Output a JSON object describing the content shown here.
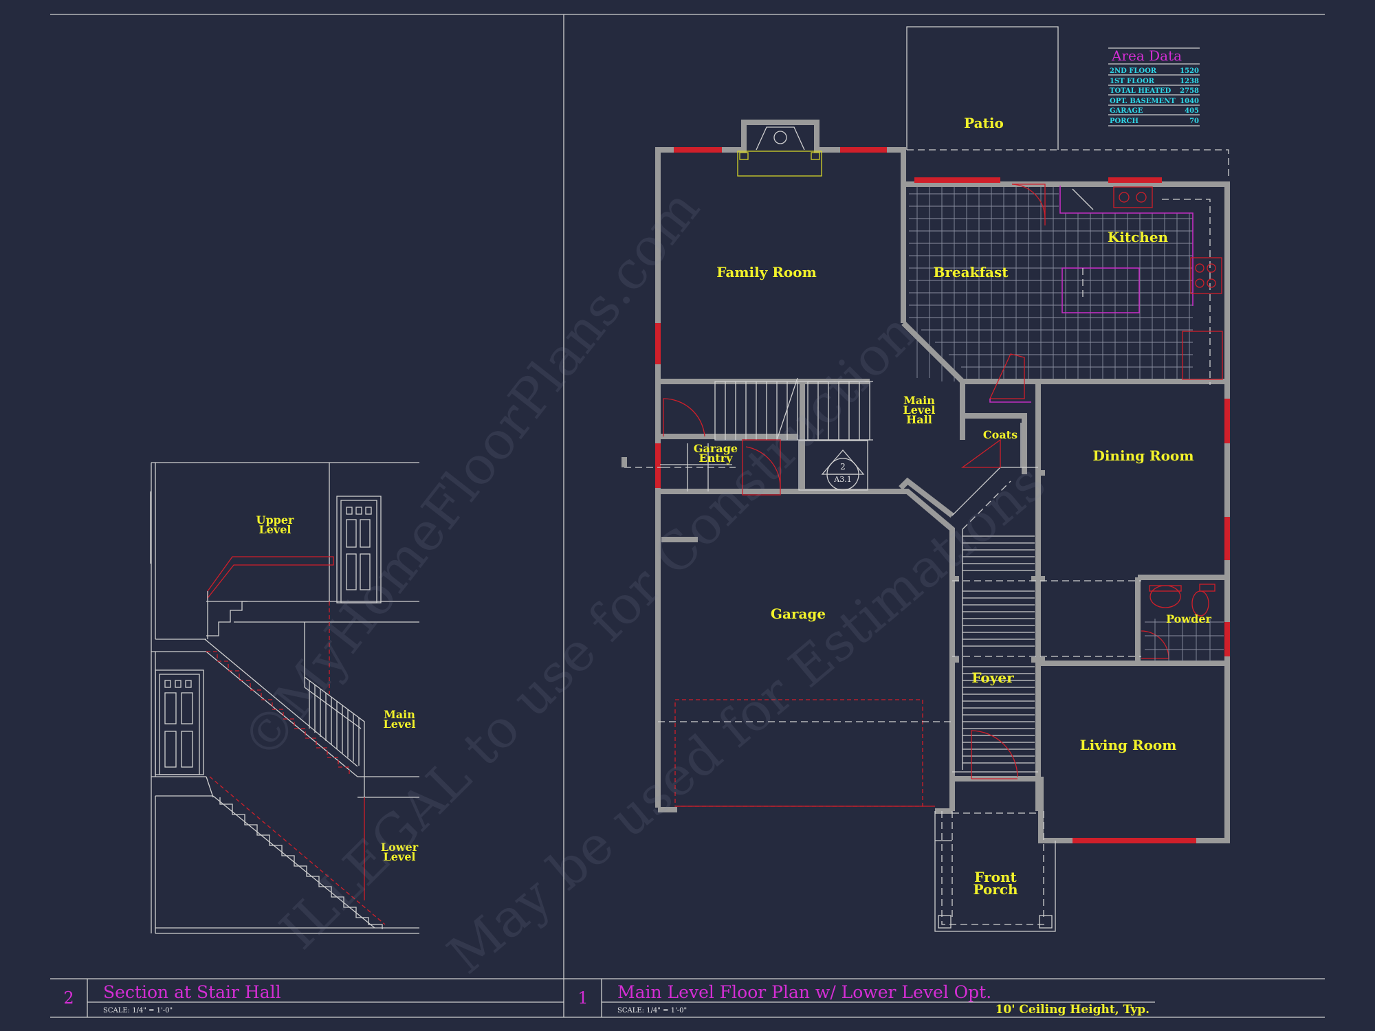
{
  "watermark": {
    "line1": "©MyHomeFloorPlans.com",
    "line2": "ILLEGAL to use for Construction",
    "line3": "May be used for Estimations"
  },
  "area_data": {
    "title": "Area Data",
    "rows": [
      {
        "label": "2ND FLOOR",
        "value": "1520"
      },
      {
        "label": "1ST FLOOR",
        "value": "1238"
      },
      {
        "label": "TOTAL HEATED",
        "value": "2758"
      },
      {
        "label": "OPT. BASEMENT",
        "value": "1040"
      },
      {
        "label": "GARAGE",
        "value": "405"
      },
      {
        "label": "PORCH",
        "value": "70"
      }
    ]
  },
  "floor_plan": {
    "rooms": {
      "patio": "Patio",
      "family_room": "Family Room",
      "breakfast": "Breakfast",
      "kitchen": "Kitchen",
      "main_level_hall": [
        "Main",
        "Level",
        "Hall"
      ],
      "coats": "Coats",
      "garage_entry": [
        "Garage",
        "Entry"
      ],
      "dining_room": "Dining Room",
      "garage": "Garage",
      "powder": "Powder",
      "foyer": "Foyer",
      "living_room": "Living Room",
      "front_porch": [
        "Front",
        "Porch"
      ]
    },
    "section_marker": {
      "number": "2",
      "sheet": "A3.1"
    }
  },
  "section": {
    "levels": {
      "upper": [
        "Upper",
        "Level"
      ],
      "main": [
        "Main",
        "Level"
      ],
      "lower": [
        "Lower",
        "Level"
      ]
    }
  },
  "titles": {
    "left": {
      "number": "2",
      "title": "Section at Stair Hall",
      "scale": "SCALE: 1/4\" = 1'-0\""
    },
    "right": {
      "number": "1",
      "title": "Main Level Floor Plan w/ Lower Level Opt.",
      "scale": "SCALE: 1/4\" = 1'-0\"",
      "note": "10' Ceiling Height, Typ."
    }
  }
}
